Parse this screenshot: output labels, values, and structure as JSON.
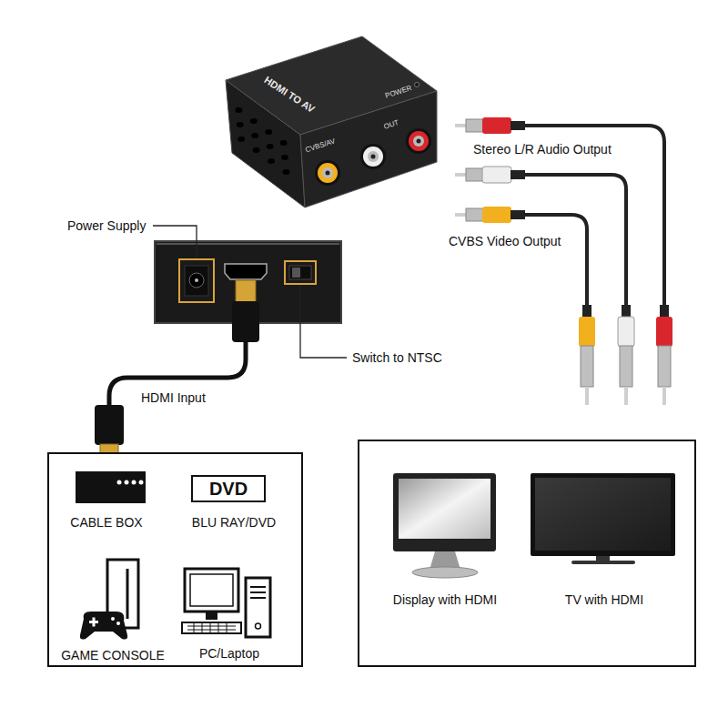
{
  "diagram": {
    "nodes": [
      {
        "text": [
          "CABLE BOX",
          "BLU RAY/DVD",
          "GAME CONSOLE",
          "PC/Laptop"
        ]
      },
      {
        "text": [
          "DVD"
        ],
        "in": 0
      },
      {
        "text": [
          "Display with HDMI",
          "TV with HDMI"
        ]
      }
    ],
    "labels": [
      "HDMI TO AV",
      "CVBS/AV",
      "OUT",
      "POWER",
      "Stereo L/R Audio Output",
      "CVBS Video Output",
      "Power Supply",
      "HDMI Input",
      "Switch to NTSC"
    ]
  }
}
